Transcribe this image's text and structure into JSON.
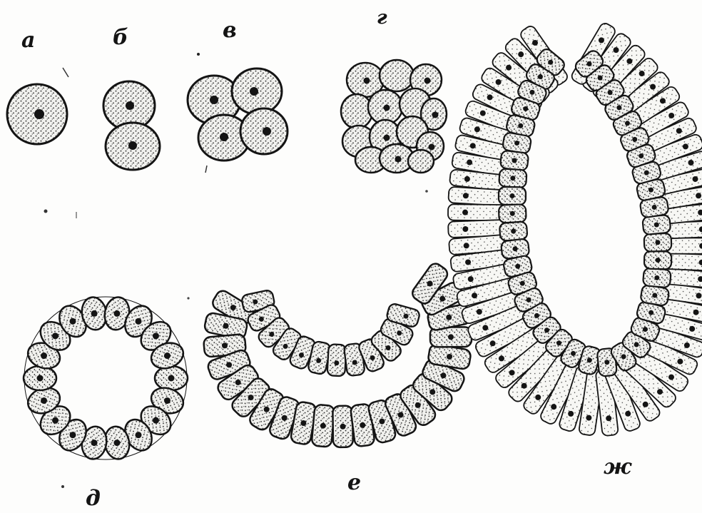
{
  "labels": {
    "a": "а",
    "b": "б",
    "v": "в",
    "g": "г",
    "d": "д",
    "e": "е",
    "zh": "ж"
  },
  "colors": {
    "ink": "#141414",
    "cell_fill": "#f4f4f1",
    "paper": "#fdfdfc"
  }
}
